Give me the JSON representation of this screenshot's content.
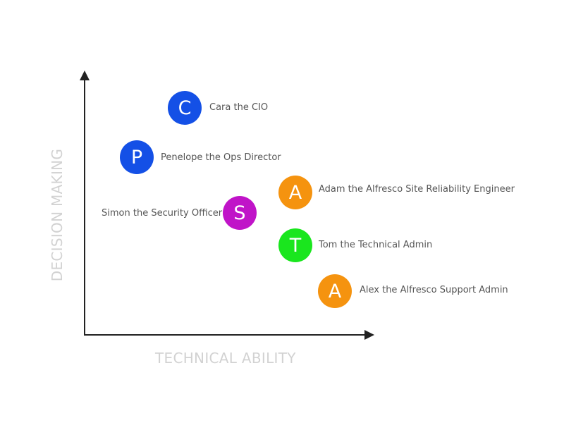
{
  "diagram": {
    "x_axis_title": "TECHNICAL ABILITY",
    "y_axis_title": "DECISION MAKING",
    "colors": {
      "axis": "#222222",
      "axis_title": "#d2d2d2",
      "label": "#555555",
      "blue": "#1450e6",
      "orange": "#f5930f",
      "magenta": "#c014c8",
      "green": "#1ae61e"
    },
    "personas": [
      {
        "initial": "C",
        "name": "Cara the CIO",
        "color": "#1450e6"
      },
      {
        "initial": "P",
        "name": "Penelope the Ops Director",
        "color": "#1450e6"
      },
      {
        "initial": "A",
        "name": "Adam the Alfresco Site Reliability Engineer",
        "color": "#f5930f"
      },
      {
        "initial": "S",
        "name": "Simon the Security Officer",
        "color": "#c014c8"
      },
      {
        "initial": "T",
        "name": "Tom the Technical Admin",
        "color": "#1ae61e"
      },
      {
        "initial": "A",
        "name": "Alex the Alfresco Support Admin",
        "color": "#f5930f"
      }
    ]
  }
}
